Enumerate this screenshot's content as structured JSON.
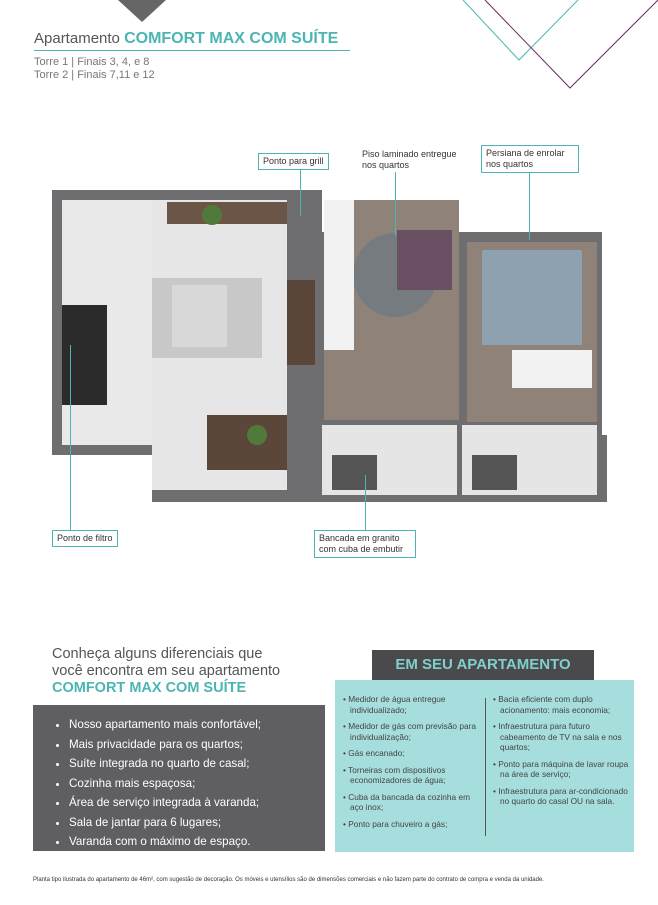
{
  "header": {
    "prefix": "Apartamento",
    "model": "COMFORT MAX COM SUÍTE",
    "tower1": "Torre 1 | Finais 3, 4, e  8",
    "tower2": "Torre 2 | Finais 7,11 e 12"
  },
  "plan": {
    "callouts": {
      "grill": "Ponto para grill",
      "floor": "Piso laminado entregue nos quartos",
      "blind": "Persiana de enrolar nos quartos",
      "filter": "Ponto de filtro",
      "counter": "Bancada em granito com cuba de embutir"
    }
  },
  "intro": {
    "line1": "Conheça alguns diferenciais que",
    "line2": "você encontra em seu apartamento",
    "model": "COMFORT MAX COM SUÍTE"
  },
  "features": [
    "Nosso apartamento mais confortável;",
    "Mais privacidade para os quartos;",
    "Suíte integrada no quarto de casal;",
    "Cozinha mais espaçosa;",
    "Área de serviço integrada à varanda;",
    "Sala de jantar para 6 lugares;",
    "Varanda com o máximo de espaço."
  ],
  "apartment": {
    "title": "EM SEU APARTAMENTO",
    "left": [
      "• Medidor de água entregue individualizado;",
      "• Medidor de gás com previsão para individualização;",
      "• Gás encanado;",
      "• Torneiras com dispositivos economizadores de água;",
      "• Cuba da bancada da cozinha em aço inox;",
      "• Ponto para chuveiro a gás;"
    ],
    "right": [
      "• Bacia eficiente com duplo acionamento: mais economia;",
      "• Infraestrutura para futuro cabeamento de TV na sala e nos quartos;",
      "• Ponto para máquina de lavar roupa na área de serviço;",
      "• Infraestrutura para ar-condicionado no quarto do casal OU na sala."
    ]
  },
  "footnote": "Planta tipo ilustrada do apartamento de 46m², com sugestão de decoração. Os móveis e utensílios são de dimensões comerciais e não fazem parte do contrato de compra e venda da unidade.",
  "colors": {
    "teal": "#4bb5b3",
    "purple": "#6a2b63",
    "dark": "#4a4a4c"
  }
}
